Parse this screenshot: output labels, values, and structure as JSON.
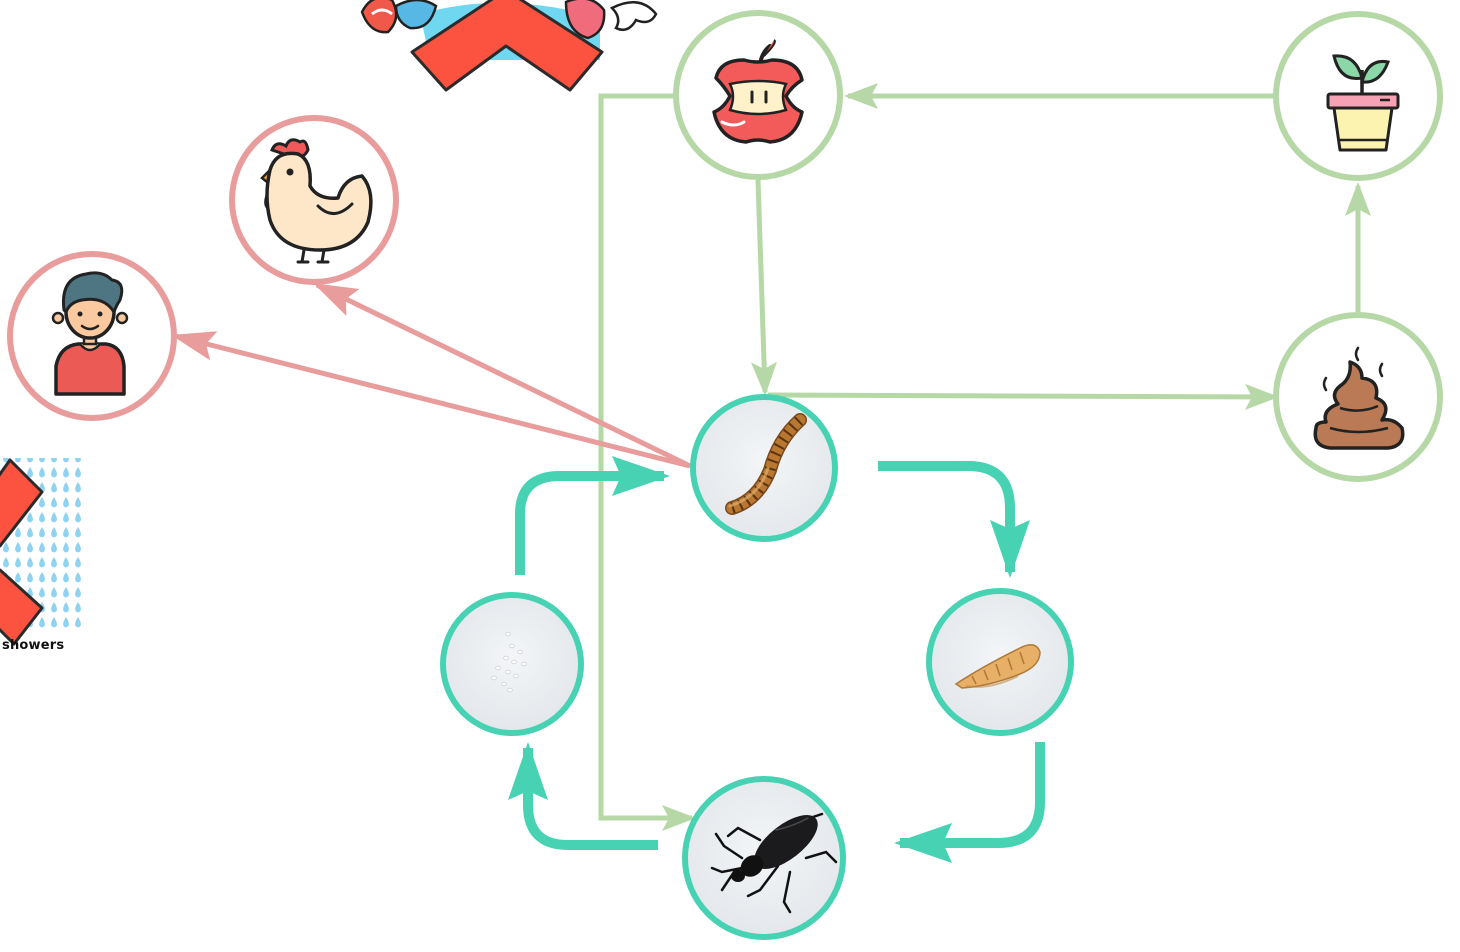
{
  "diagram": {
    "label_showers": "showers",
    "colors": {
      "cycle_green": "#b5d8a6",
      "life_teal": "#46d2b3",
      "consumer_pink": "#e89c9b",
      "cross_red": "#fb5340",
      "water_blue": "#8fd3f2",
      "photo_background": "#e9ecef"
    },
    "nodes": [
      {
        "id": "apple-core",
        "icon": "apple-core-icon",
        "group": "cycle"
      },
      {
        "id": "plant-pot",
        "icon": "potted-plant-icon",
        "group": "cycle"
      },
      {
        "id": "droppings",
        "icon": "poop-icon",
        "group": "cycle"
      },
      {
        "id": "mealworm-larva",
        "icon": "mealworm-photo",
        "group": "lifecycle"
      },
      {
        "id": "pupa",
        "icon": "pupa-photo",
        "group": "lifecycle"
      },
      {
        "id": "beetle",
        "icon": "darkling-beetle-photo",
        "group": "lifecycle"
      },
      {
        "id": "eggs",
        "icon": "eggs-photo",
        "group": "lifecycle"
      },
      {
        "id": "chicken",
        "icon": "chicken-icon",
        "group": "consumer"
      },
      {
        "id": "person",
        "icon": "person-icon",
        "group": "consumer"
      },
      {
        "id": "food-waste-crossed",
        "icon": "crossed-food-waste-icon",
        "group": "other"
      },
      {
        "id": "water-crossed",
        "icon": "crossed-water-drops-icon",
        "group": "other"
      }
    ],
    "edges": [
      {
        "from": "plant-pot",
        "to": "apple-core"
      },
      {
        "from": "apple-core",
        "to": "mealworm-larva"
      },
      {
        "from": "mealworm-larva",
        "to": "droppings"
      },
      {
        "from": "droppings",
        "to": "plant-pot"
      },
      {
        "from": "apple-core",
        "to": "beetle"
      },
      {
        "from": "mealworm-larva",
        "to": "pupa"
      },
      {
        "from": "pupa",
        "to": "beetle"
      },
      {
        "from": "beetle",
        "to": "eggs"
      },
      {
        "from": "eggs",
        "to": "mealworm-larva"
      },
      {
        "from": "mealworm-larva",
        "to": "chicken"
      },
      {
        "from": "mealworm-larva",
        "to": "person"
      }
    ]
  }
}
